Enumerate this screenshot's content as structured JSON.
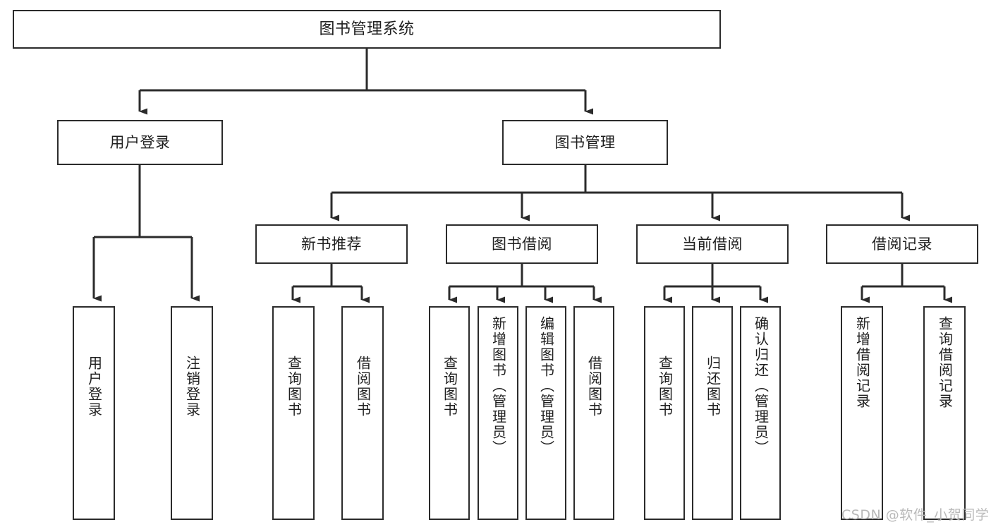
{
  "diagram": {
    "title": "图书管理系统",
    "type": "hierarchy-tree",
    "colors": {
      "box_border": "#2b2b2b",
      "box_fill": "#ffffff",
      "edge": "#2b2b2b",
      "text": "#1f1f1f",
      "watermark": "#b9b9b9",
      "background": "#ffffff"
    },
    "watermark": "CSDN @软件_小贺同学",
    "nodes": {
      "root": {
        "label": "图书管理系统"
      },
      "level2": [
        {
          "label": "用户登录"
        },
        {
          "label": "图书管理"
        }
      ],
      "level3": [
        {
          "label": "新书推荐"
        },
        {
          "label": "图书借阅"
        },
        {
          "label": "当前借阅"
        },
        {
          "label": "借阅记录"
        }
      ],
      "leaves": {
        "user_login": [
          {
            "label": "用户登录"
          },
          {
            "label": "注销登录"
          }
        ],
        "new_book_recommend": [
          {
            "label": "查询图书"
          },
          {
            "label": "借阅图书"
          }
        ],
        "book_borrow": [
          {
            "label": "查询图书"
          },
          {
            "label": "新增图书（管理员）"
          },
          {
            "label": "编辑图书（管理员）"
          },
          {
            "label": "借阅图书"
          }
        ],
        "current_borrow": [
          {
            "label": "查询图书"
          },
          {
            "label": "归还图书"
          },
          {
            "label": "确认归还（管理员）"
          }
        ],
        "borrow_record": [
          {
            "label": "新增借阅记录"
          },
          {
            "label": "查询借阅记录"
          }
        ]
      }
    }
  }
}
